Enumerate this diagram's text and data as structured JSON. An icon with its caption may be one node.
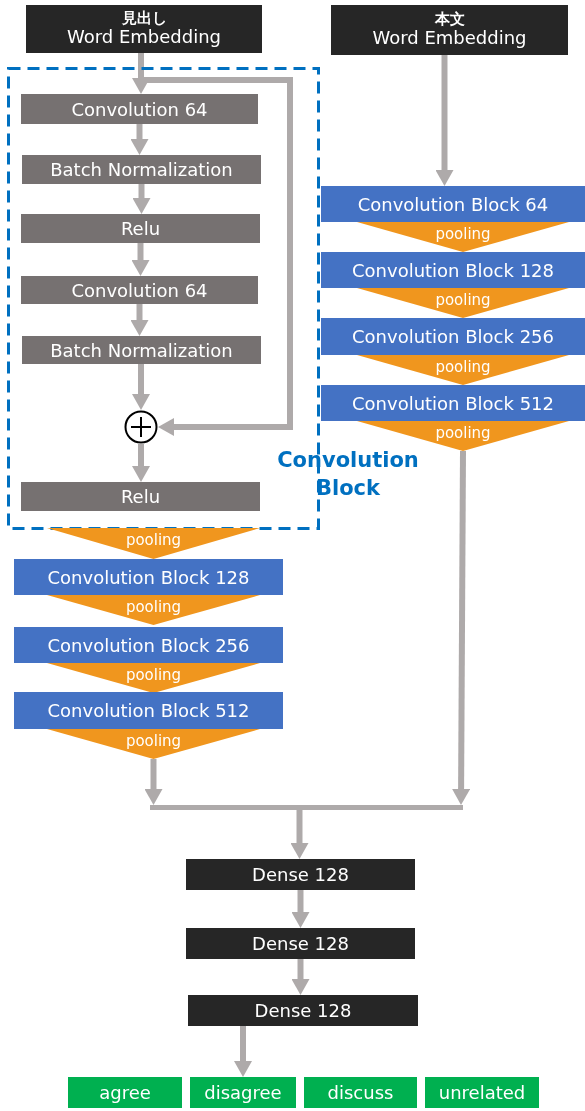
{
  "diagram": {
    "nodes": [
      {
        "text": [
          "見出し",
          "Word Embedding"
        ]
      },
      {
        "text": [
          "本文",
          "Word Embedding"
        ]
      },
      {
        "text": [
          "Convolution Block"
        ]
      },
      {
        "text": [
          "Convolution  64"
        ],
        "in": 2
      },
      {
        "text": [
          "Batch Normalization"
        ],
        "in": 2
      },
      {
        "text": [
          "Relu"
        ],
        "in": 2
      },
      {
        "text": [
          "Convolution  64"
        ],
        "in": 2
      },
      {
        "text": [
          "Batch Normalization"
        ],
        "in": 2
      },
      {
        "text": [],
        "shape": "circle",
        "in": 2
      },
      {
        "text": [
          "Relu"
        ],
        "in": 2
      },
      {
        "text": [
          "pooling"
        ]
      },
      {
        "text": [
          "Convolution Block  128"
        ]
      },
      {
        "text": [
          "pooling"
        ]
      },
      {
        "text": [
          "Convolution Block  256"
        ]
      },
      {
        "text": [
          "pooling"
        ]
      },
      {
        "text": [
          "Convolution Block  512"
        ]
      },
      {
        "text": [
          "pooling"
        ]
      },
      {
        "text": [
          "Convolution Block  64"
        ]
      },
      {
        "text": [
          "pooling"
        ]
      },
      {
        "text": [
          "Convolution Block  128"
        ]
      },
      {
        "text": [
          "pooling"
        ]
      },
      {
        "text": [
          "Convolution Block  256"
        ]
      },
      {
        "text": [
          "pooling"
        ]
      },
      {
        "text": [
          "Convolution Block  512"
        ]
      },
      {
        "text": [
          "pooling"
        ]
      },
      {
        "text": [],
        "shape": "bar"
      },
      {
        "text": [
          "Dense   128"
        ]
      },
      {
        "text": [
          "Dense   128"
        ]
      },
      {
        "text": [
          "Dense   128"
        ]
      },
      {
        "text": [
          "agree"
        ]
      },
      {
        "text": [
          "disagree"
        ]
      },
      {
        "text": [
          "discuss"
        ]
      },
      {
        "text": [
          "unrelated"
        ]
      }
    ],
    "edges": [
      {
        "from": 0,
        "to": 3,
        "arrow": "to"
      },
      {
        "from": 0,
        "to": 8,
        "arrow": "to"
      },
      {
        "from": 3,
        "to": 4,
        "arrow": "to"
      },
      {
        "from": 4,
        "to": 5,
        "arrow": "to"
      },
      {
        "from": 5,
        "to": 6,
        "arrow": "to"
      },
      {
        "from": 6,
        "to": 7,
        "arrow": "to"
      },
      {
        "from": 7,
        "to": 8,
        "arrow": "to"
      },
      {
        "from": 8,
        "to": 9,
        "arrow": "to"
      },
      {
        "from": 1,
        "to": 17,
        "arrow": "to"
      },
      {
        "from": 16,
        "to": 25,
        "arrow": "to"
      },
      {
        "from": 24,
        "to": 25,
        "arrow": "to"
      },
      {
        "from": 25,
        "to": 26,
        "arrow": "to"
      },
      {
        "from": 26,
        "to": 27,
        "arrow": "to"
      },
      {
        "from": 27,
        "to": 28,
        "arrow": "to"
      },
      {
        "from": 28,
        "to": 30,
        "arrow": "to"
      }
    ]
  }
}
